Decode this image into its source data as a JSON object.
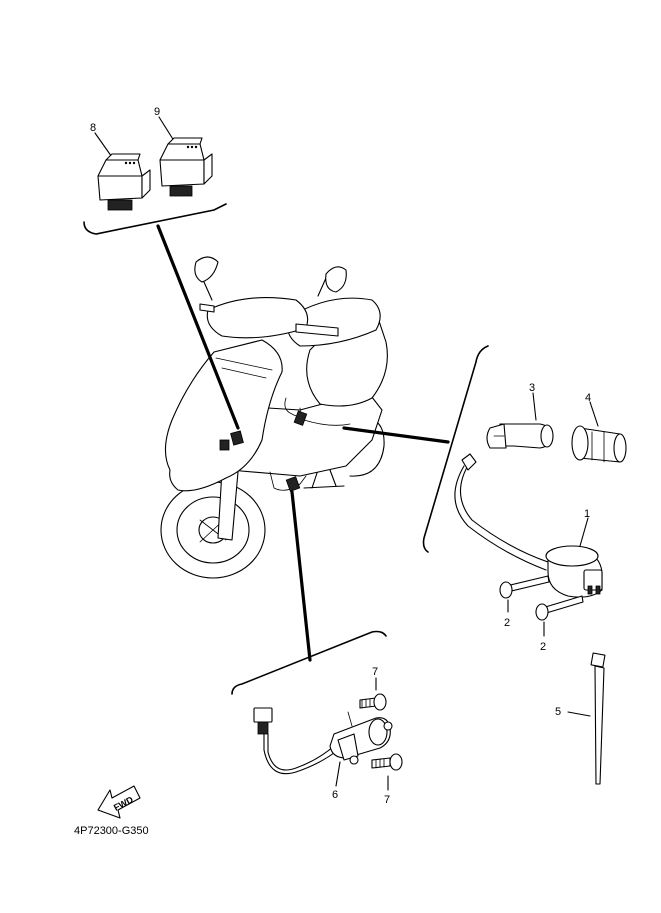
{
  "callouts": {
    "c1": "1",
    "c2a": "2",
    "c2b": "2",
    "c3": "3",
    "c4": "4",
    "c5": "5",
    "c6": "6",
    "c7a": "7",
    "c7b": "7",
    "c8": "8",
    "c9": "9"
  },
  "fwd_label": "FWD",
  "diagram_code": "4P72300-G350"
}
